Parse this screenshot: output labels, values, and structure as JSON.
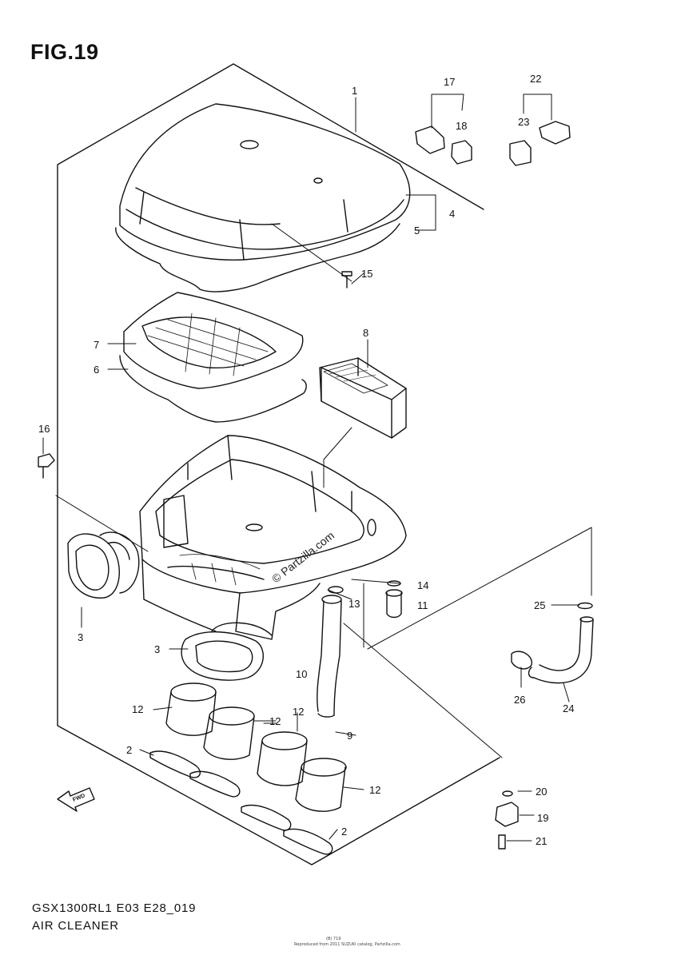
{
  "figure": {
    "title": "FIG.19",
    "model_code": "GSX1300RL1 E03 E28_019",
    "subtitle": "AIR CLEANER",
    "watermark": "© Partzilla.com",
    "fine_print_top": "(B) 719",
    "fine_print_bottom": "Reproduced from 2011 SUZUKI catalog, Partzilla.com"
  },
  "callouts": [
    "1",
    "2",
    "2",
    "3",
    "3",
    "4",
    "5",
    "6",
    "7",
    "8",
    "9",
    "10",
    "11",
    "12",
    "12",
    "12",
    "12",
    "13",
    "14",
    "15",
    "16",
    "17",
    "18",
    "19",
    "20",
    "21",
    "22",
    "23",
    "24",
    "25",
    "26"
  ],
  "icons": {
    "front_arrow": "fwd-arrow-icon",
    "front_arrow_label": "FWD"
  }
}
